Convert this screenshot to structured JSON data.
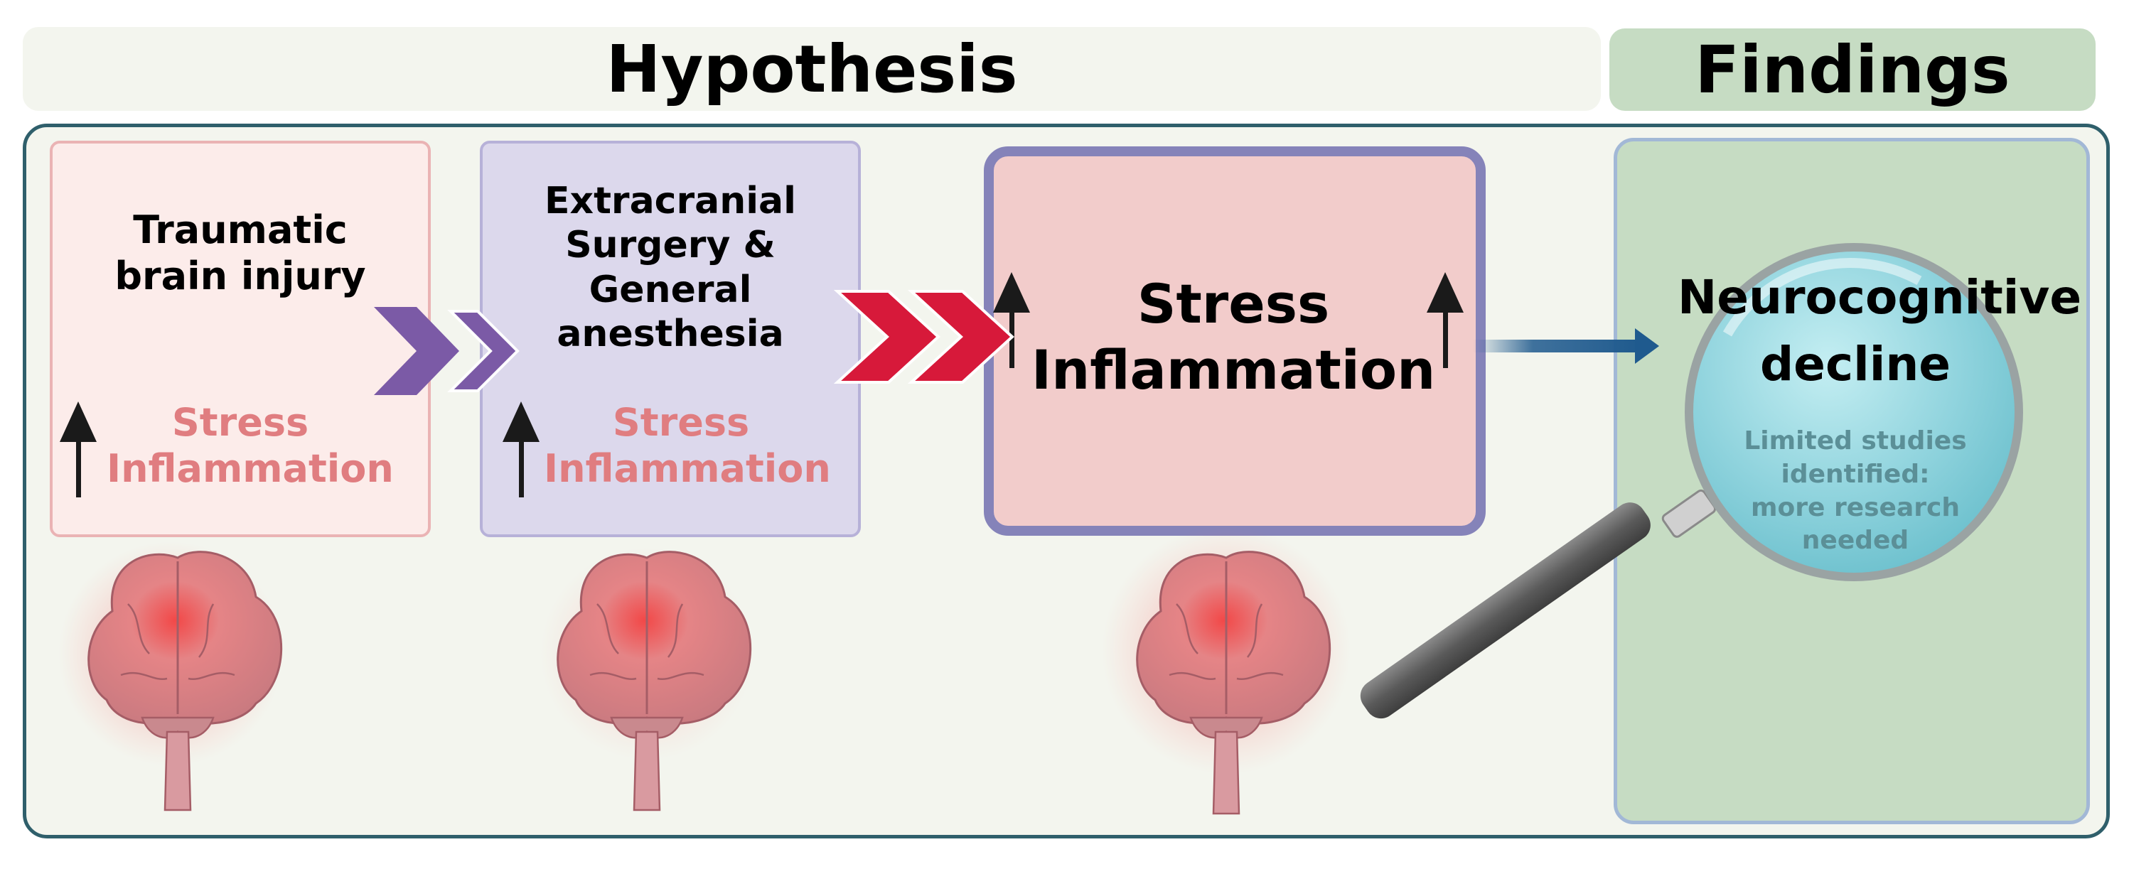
{
  "header": {
    "hypothesis": "Hypothesis",
    "findings": "Findings"
  },
  "panels": {
    "tbi": {
      "title": "Traumatic brain injury",
      "effect": "Stress Inflammation"
    },
    "surgery": {
      "title": "Extracranial Surgery & General anesthesia",
      "effect": "Stress Inflammation"
    },
    "combined": {
      "effect": "Stress Inflammation"
    },
    "findings": {
      "outcome": "Neurocognitive decline",
      "note": "Limited studies identified: more research needed"
    }
  },
  "icons": [
    "brain-icon",
    "up-arrow-icon",
    "chevron-icon",
    "magnifying-glass-icon",
    "right-arrow-icon"
  ],
  "colors": {
    "hypothesis_bg": "#f3f5ee",
    "findings_bg": "#c6dcc3",
    "frame_border": "#2f5f6b",
    "tbi_bg": "#fcecea",
    "surgery_bg": "#dcd8ec",
    "stress_bg": "#f2cccb",
    "stress_border": "#8583b9",
    "effect_text": "#e07d80",
    "chevron_purple": "#7b5aa6",
    "chevron_red": "#d7193a",
    "arrow_blue": "#1f5a8e",
    "lens": "#8fd3dd"
  }
}
